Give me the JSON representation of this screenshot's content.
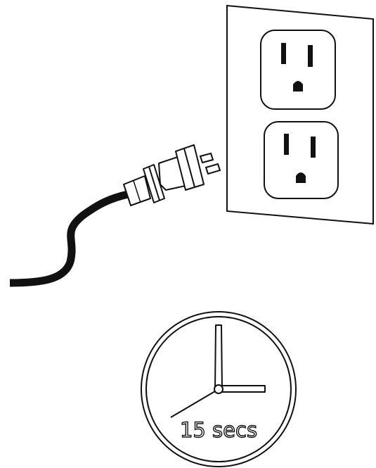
{
  "instruction": {
    "timer_label": "15 secs"
  },
  "colors": {
    "line": "#111111",
    "cord": "#111111",
    "background": "#ffffff"
  },
  "icons": {
    "outlet": "wall-outlet",
    "plug": "power-plug",
    "timer": "clock"
  }
}
